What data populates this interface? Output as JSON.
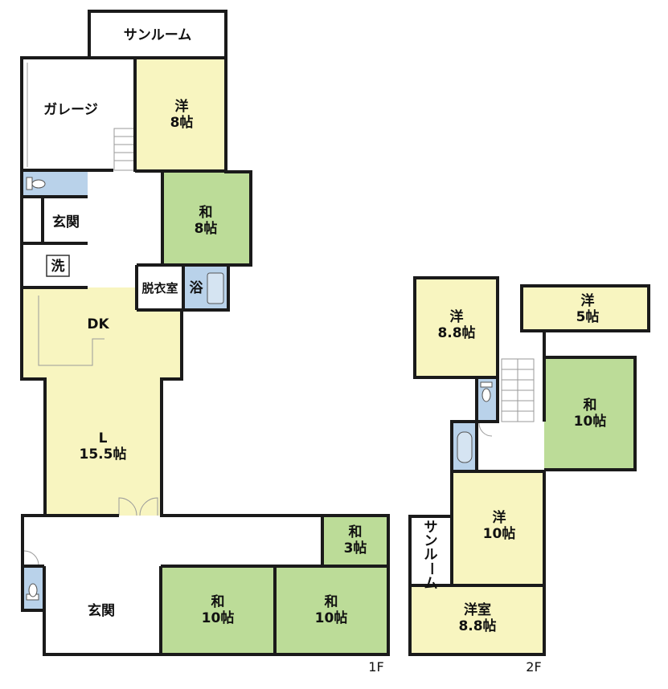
{
  "colors": {
    "yo": "#f8f5c0",
    "wa": "#bcdc98",
    "wet": "#b9d2ea",
    "plain": "#ffffff",
    "wall": "#1a1a1a"
  },
  "floors": {
    "first": "1F",
    "second": "2F"
  },
  "rooms_1f": {
    "sunroom": "サンルーム",
    "garage": "ガレージ",
    "yo8": [
      "洋",
      "8帖"
    ],
    "wa8": [
      "和",
      "8帖"
    ],
    "genkan_small": "玄関",
    "sen": "洗",
    "datsuishitsu": "脱衣室",
    "yoku": "浴",
    "dk": "DK",
    "living": [
      "L",
      "15.5帖"
    ],
    "wa3": [
      "和",
      "3帖"
    ],
    "genkan": "玄関",
    "wa10a": [
      "和",
      "10帖"
    ],
    "wa10b": [
      "和",
      "10帖"
    ]
  },
  "rooms_2f": {
    "yo88": [
      "洋",
      "8.8帖"
    ],
    "yo5": [
      "洋",
      "5帖"
    ],
    "wa10": [
      "和",
      "10帖"
    ],
    "yo10": [
      "洋",
      "10帖"
    ],
    "sunroom_v": [
      "サ",
      "ン",
      "ル",
      "ー",
      "ム"
    ],
    "yoshitsu": [
      "洋室",
      "8.8帖"
    ]
  }
}
